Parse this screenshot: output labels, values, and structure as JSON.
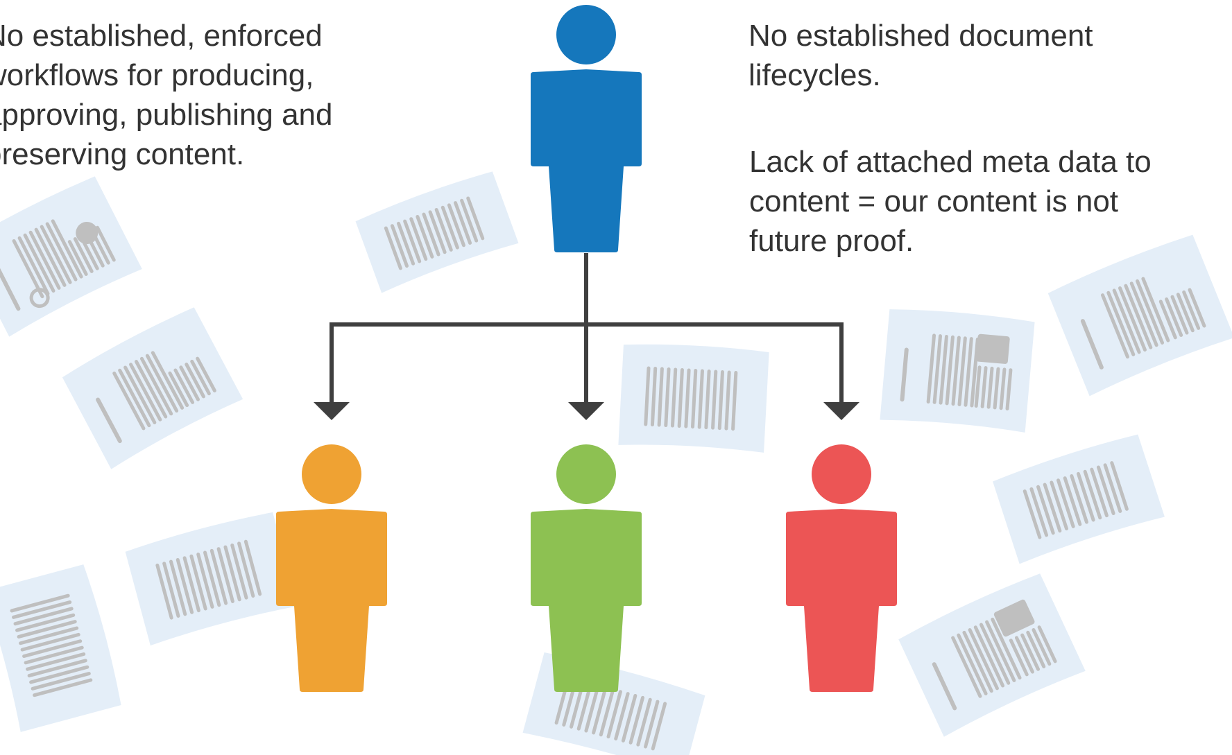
{
  "texts": {
    "left": [
      "No established, enforced",
      "workflows for producing,",
      "approving, publishing and",
      "preserving content."
    ],
    "right_top": [
      "No established document",
      "lifecycles."
    ],
    "right_bottom": [
      "Lack of attached meta data to",
      "content = our content is not",
      "future proof."
    ]
  },
  "people": [
    {
      "role": "top-person",
      "color": "#1577BC"
    },
    {
      "role": "left-person",
      "color": "#EFA233"
    },
    {
      "role": "middle-person",
      "color": "#8DC152"
    },
    {
      "role": "right-person",
      "color": "#EC5555"
    }
  ],
  "colors": {
    "connector": "#3F3F3F",
    "paper_fill": "#E4EEF8",
    "paper_lines": "#BFBFBF",
    "text": "#333333"
  },
  "icons": [
    "person-icon",
    "document-icon",
    "arrow-down-icon"
  ]
}
